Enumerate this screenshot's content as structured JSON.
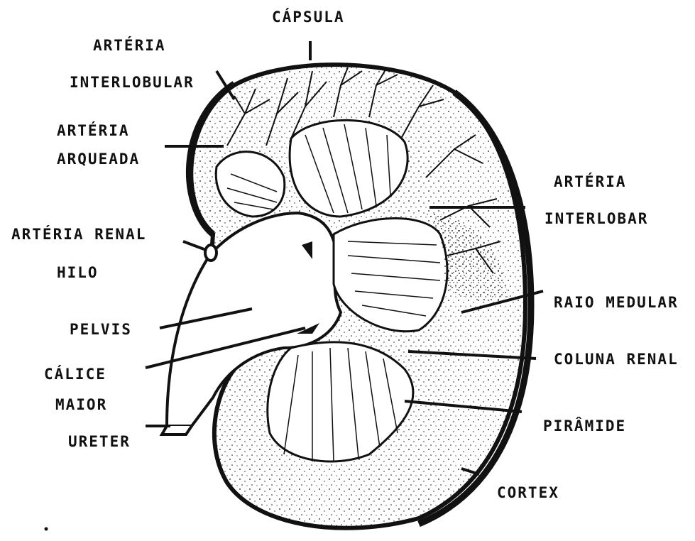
{
  "diagram": {
    "colors": {
      "ink": "#111111",
      "paper": "#ffffff"
    },
    "labels": {
      "capsula": "CÁPSULA",
      "arteria_interlobular_1": "ARTÉRIA",
      "arteria_interlobular_2": "INTERLOBULAR",
      "arteria_arqueada_1": "ARTÉRIA",
      "arteria_arqueada_2": "ARQUEADA",
      "arteria_renal": "ARTÉRIA RENAL",
      "hilo": "HILO",
      "pelvis": "PELVIS",
      "calice_maior_1": "CÁLICE",
      "calice_maior_2": "MAIOR",
      "ureter": "URETER",
      "arteria_interlobar_1": "ARTÉRIA",
      "arteria_interlobar_2": "INTERLOBAR",
      "raio_medular": "RAIO MEDULAR",
      "coluna_renal": "COLUNA RENAL",
      "piramide": "PIRÂMIDE",
      "cortex": "CORTEX"
    }
  }
}
